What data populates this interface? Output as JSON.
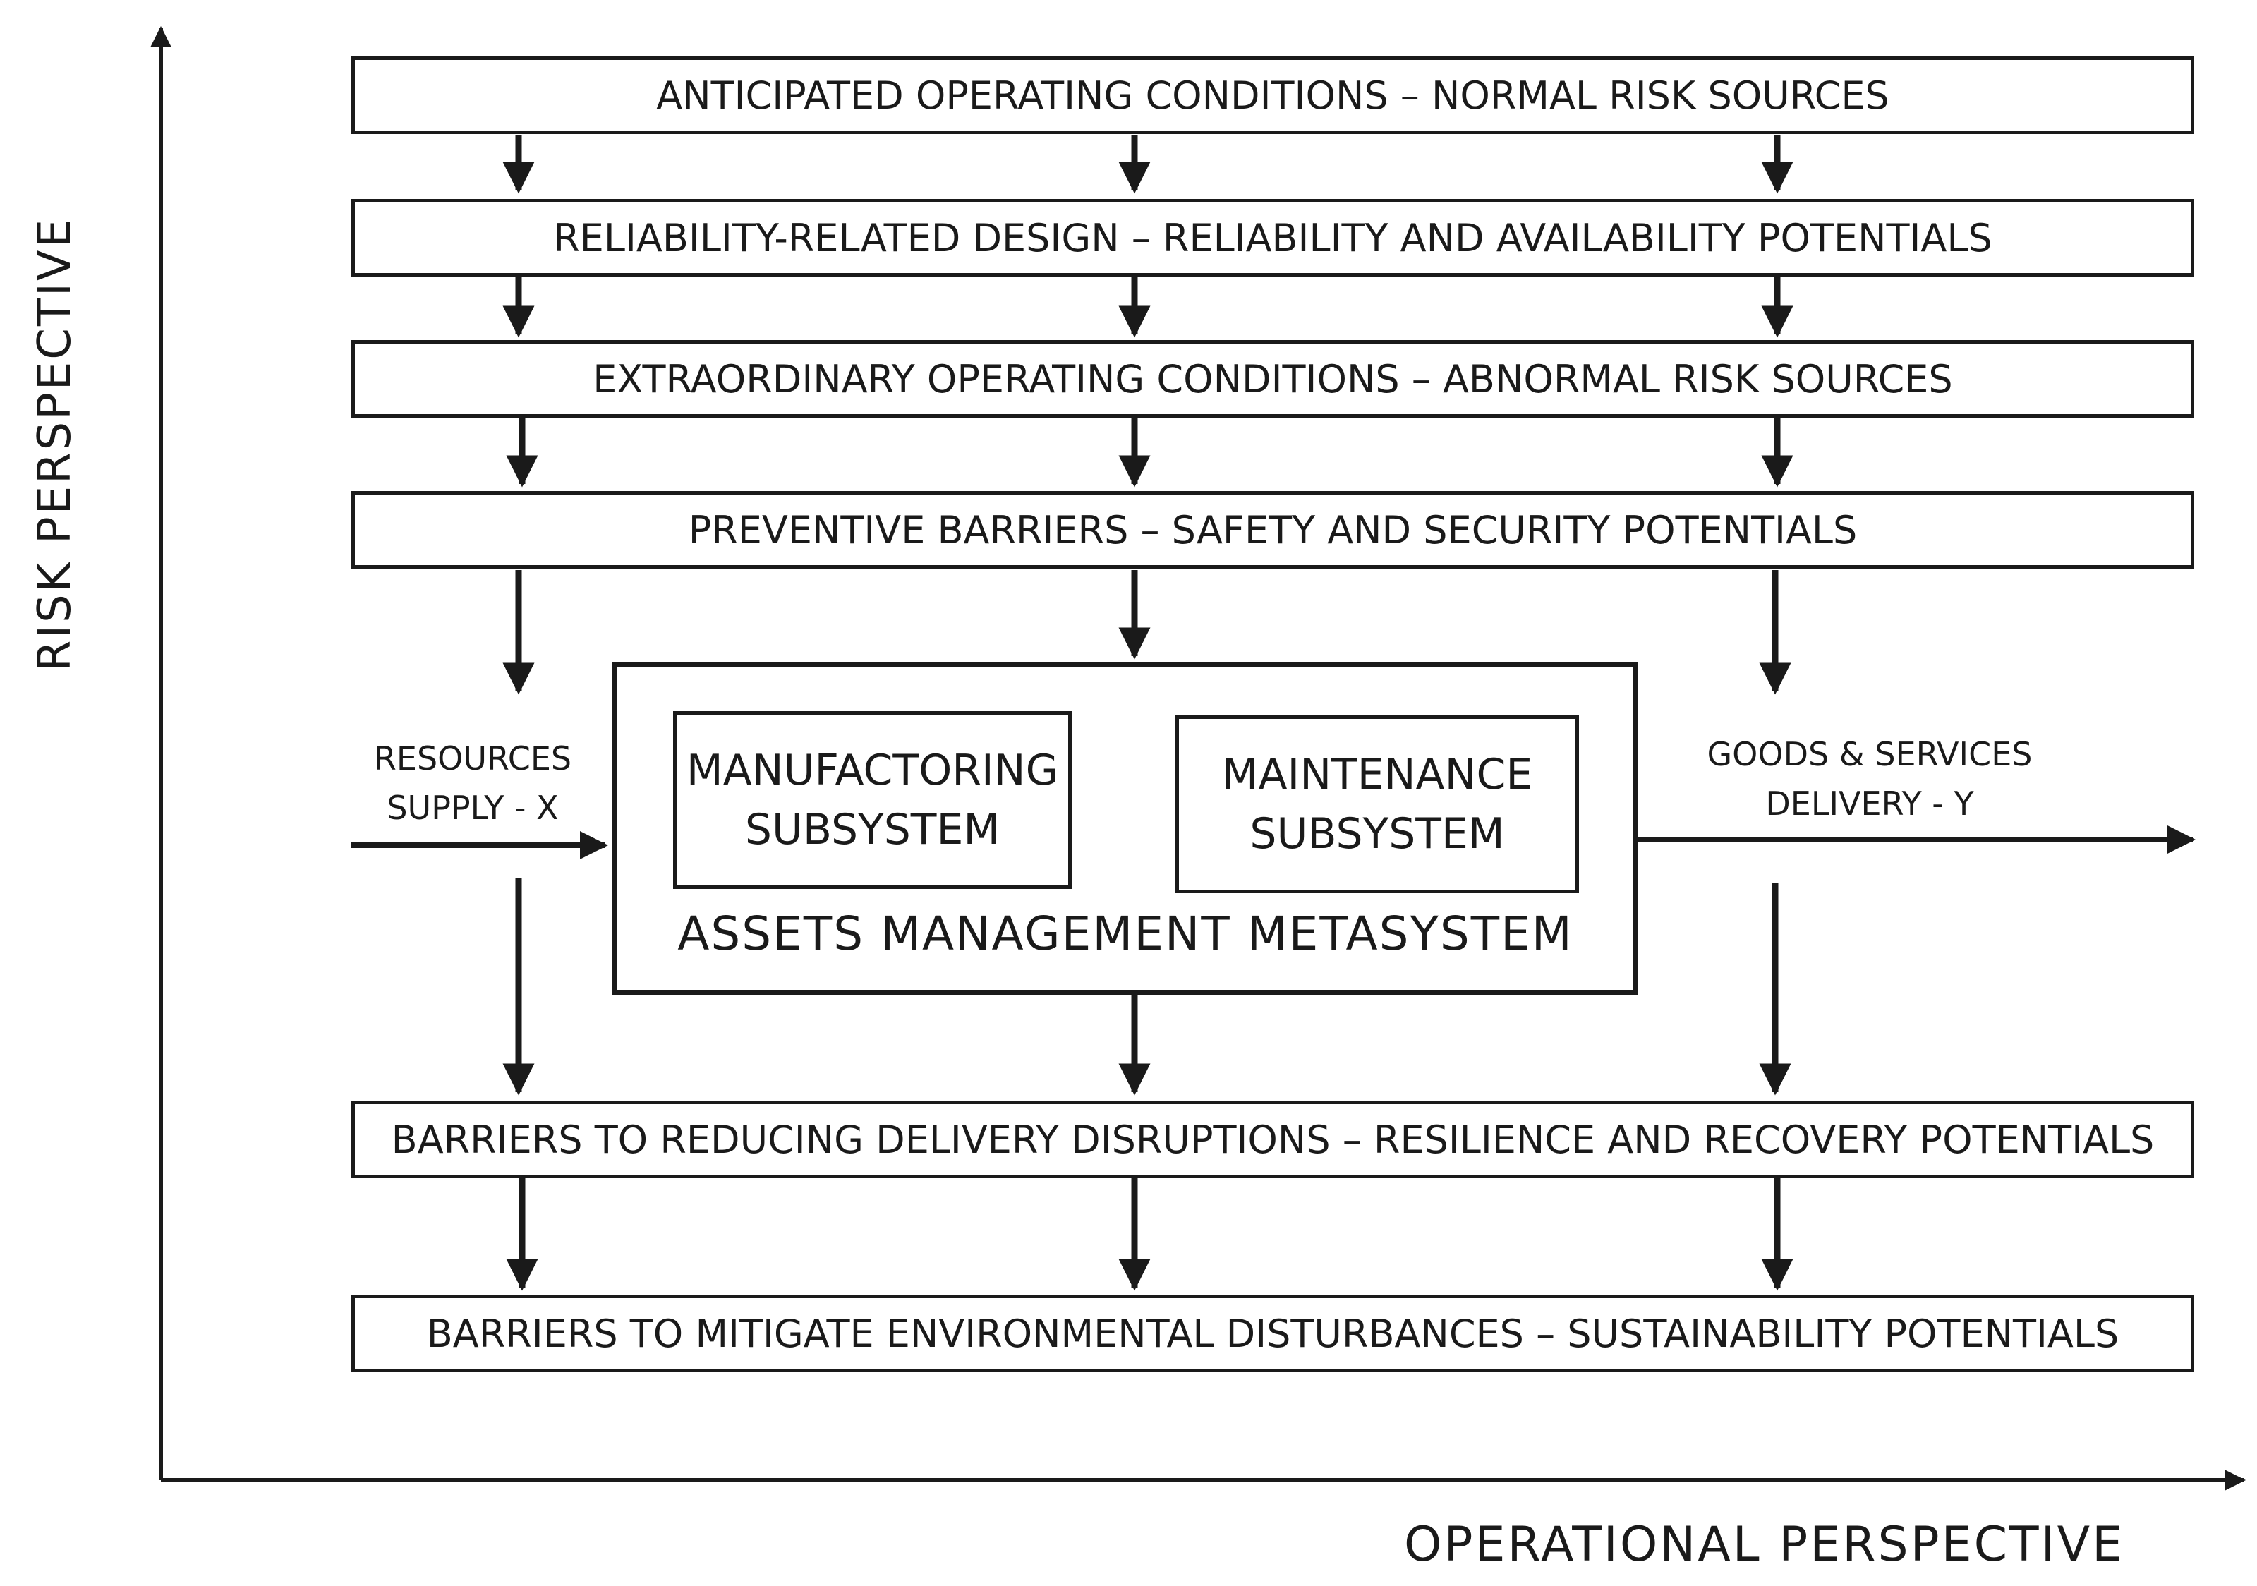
{
  "axes": {
    "y_label": "RISK PERSPECTIVE",
    "x_label": "OPERATIONAL PERSPECTIVE"
  },
  "stages": [
    "ANTICIPATED OPERATING CONDITIONS – NORMAL RISK SOURCES",
    "RELIABILITY-RELATED DESIGN – RELIABILITY AND AVAILABILITY POTENTIALS",
    "EXTRAORDINARY OPERATING CONDITIONS – ABNORMAL RISK SOURCES",
    "PREVENTIVE BARRIERS – SAFETY AND SECURITY POTENTIALS",
    "BARRIERS TO REDUCING DELIVERY DISRUPTIONS – RESILIENCE AND RECOVERY POTENTIALS",
    "BARRIERS TO MITIGATE ENVIRONMENTAL DISTURBANCES – SUSTAINABILITY POTENTIALS"
  ],
  "metasystem": {
    "title": "ASSETS MANAGEMENT  METASYSTEM",
    "manufacturing": "MANUFACTORING\nSUBSYSTEM",
    "maintenance": "MAINTENANCE\nSUBSYSTEM"
  },
  "flows": {
    "input": "RESOURCES\nSUPPLY - X",
    "output": "GOODS & SERVICES\nDELIVERY - Y"
  }
}
